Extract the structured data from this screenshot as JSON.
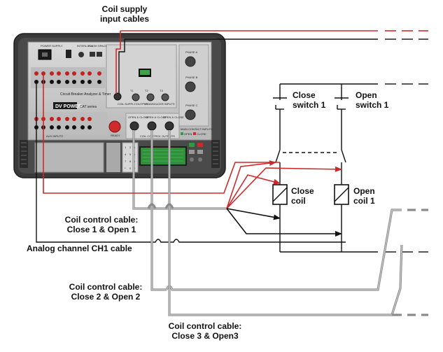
{
  "device": {
    "brand": "DV POWER",
    "model": "CAT series",
    "title": "Circuit Breaker Analyzer & Timer",
    "power_supply": "POWER SUPPLY",
    "coil_supply_panel": "COIL SUPPLY/OUTPUT",
    "transducer_inputs": "TRANSDUCER INPUTS",
    "aux_inputs": "AUX INPUTS",
    "ready": "READY",
    "coil_control_outputs": "COIL CONTROL OUTPUTS",
    "open_close": [
      "OPEN & CLOSE",
      "OPEN & CLOSE",
      "OPEN & CLOSE"
    ],
    "phases": [
      "PHASE A",
      "PHASE B",
      "PHASE C"
    ],
    "main_contact_inputs": "MAIN CONTACT INPUTS",
    "open_label": "OPEN",
    "close_label": "CLOSE",
    "interlock": "INTERLOCK",
    "flash_space": "FLASH SPACE",
    "transducer_channels": [
      "T1",
      "T2",
      "T3"
    ],
    "keypad_keys": [
      "1",
      "2",
      "3",
      "4",
      "5",
      "6",
      "7",
      "8",
      "9",
      "*",
      "0",
      "#"
    ]
  },
  "labels": {
    "coil_supply_line1": "Coil supply",
    "coil_supply_line2": "input cables",
    "close_switch_line1": "Close",
    "close_switch_line2": "switch 1",
    "open_switch_line1": "Open",
    "open_switch_line2": "switch 1",
    "close_coil_line1": "Close",
    "close_coil_line2": "coil",
    "open_coil_line1": "Open",
    "open_coil_line2": "coil 1",
    "cable1_line1": "Coil control cable:",
    "cable1_line2": "Close 1 & Open 1",
    "analog_ch1": "Analog channel CH1 cable",
    "cable2_line1": "Coil control cable:",
    "cable2_line2": "Close 2 & Open 2",
    "cable3_line1": "Coil control cable:",
    "cable3_line2": "Close 3 & Open3"
  },
  "colors": {
    "red_cable": "#cc2a2a",
    "black_cable": "#111111",
    "grey_cable": "#8a8a8a",
    "device_body": "#3c3c3c",
    "panel": "#c9c9c9",
    "lcd": "#39b54a"
  }
}
